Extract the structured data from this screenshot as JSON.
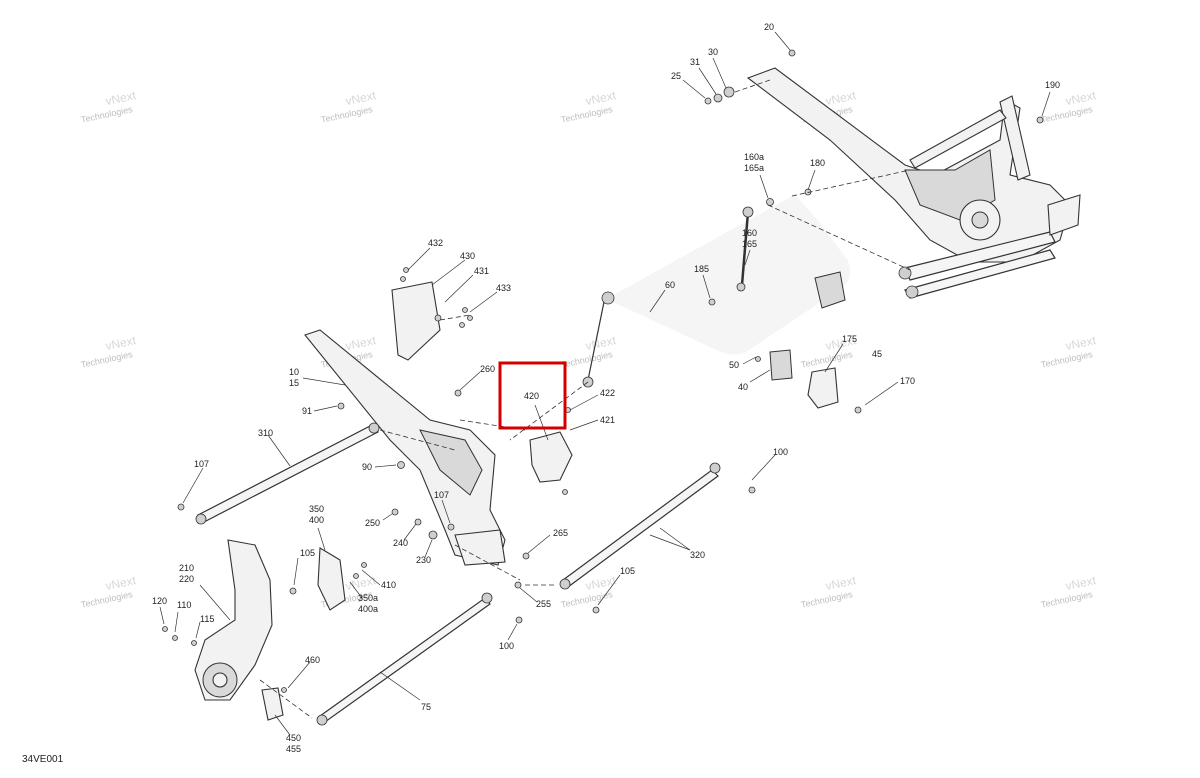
{
  "diagram": {
    "code": "34VE001",
    "highlighted_part": "420",
    "highlight_color": "#d40000",
    "watermark": {
      "line1": "vNext",
      "line2": "Technologies"
    },
    "labels": [
      "20",
      "30",
      "31",
      "25",
      "190",
      "160a",
      "165a",
      "180",
      "160",
      "165",
      "185",
      "60",
      "432",
      "430",
      "431",
      "433",
      "10",
      "15",
      "260",
      "420",
      "422",
      "421",
      "175",
      "45",
      "50",
      "40",
      "170",
      "91",
      "310",
      "90",
      "107",
      "107",
      "100",
      "350",
      "400",
      "250",
      "240",
      "230",
      "265",
      "210",
      "220",
      "105",
      "120",
      "110",
      "115",
      "410",
      "350a",
      "400a",
      "105",
      "255",
      "320",
      "100",
      "460",
      "75",
      "450",
      "455"
    ]
  }
}
